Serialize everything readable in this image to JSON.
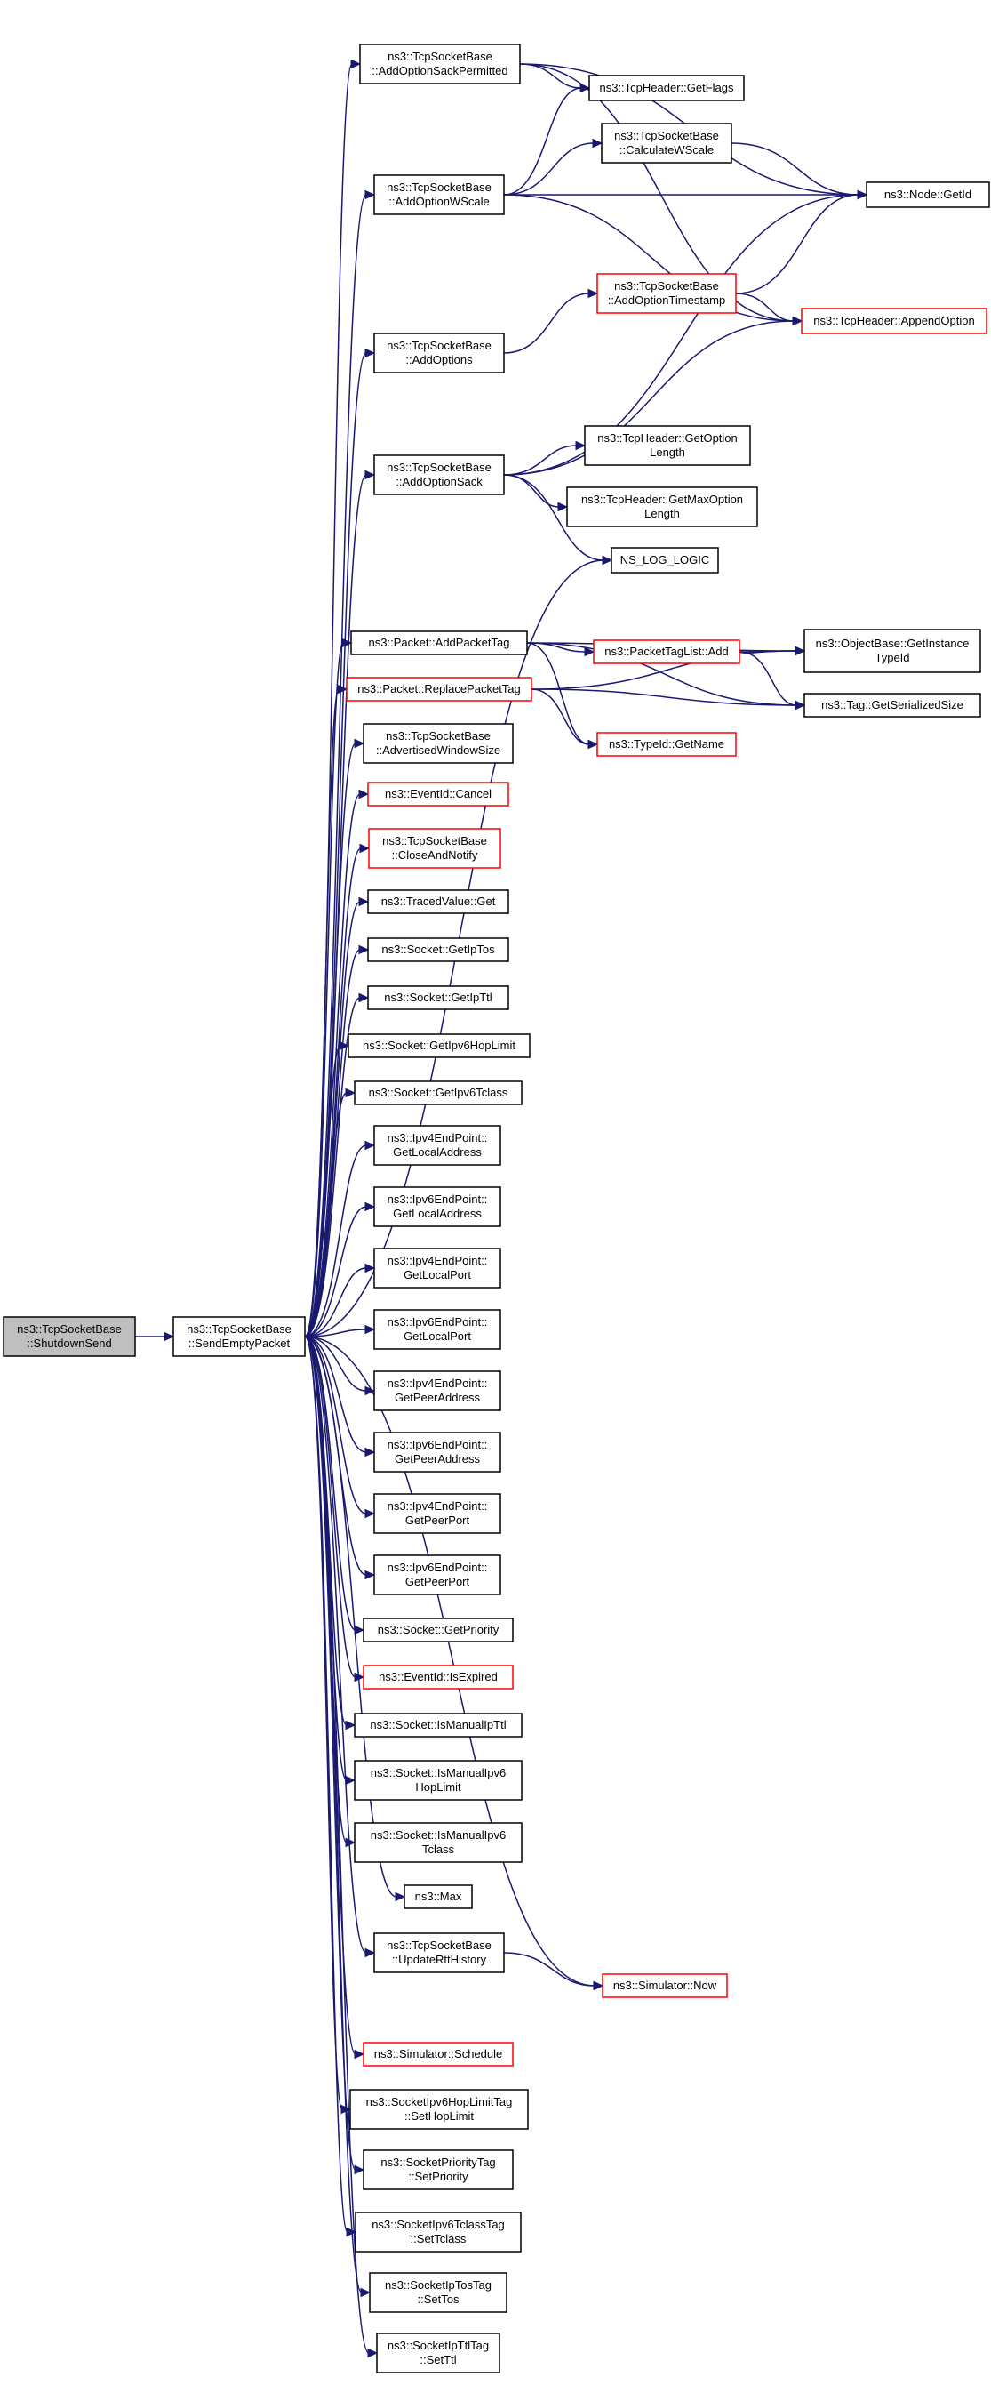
{
  "nodes": [
    {
      "id": "shutdownsend",
      "lines": [
        "ns3::TcpSocketBase",
        "::ShutdownSend"
      ],
      "style": "gray"
    },
    {
      "id": "sendemptypacket",
      "lines": [
        "ns3::TcpSocketBase",
        "::SendEmptyPacket"
      ],
      "style": "black"
    },
    {
      "id": "addoptionsackpermitted",
      "lines": [
        "ns3::TcpSocketBase",
        "::AddOptionSackPermitted"
      ],
      "style": "black"
    },
    {
      "id": "addoptionwscale",
      "lines": [
        "ns3::TcpSocketBase",
        "::AddOptionWScale"
      ],
      "style": "black"
    },
    {
      "id": "addoptions",
      "lines": [
        "ns3::TcpSocketBase",
        "::AddOptions"
      ],
      "style": "black"
    },
    {
      "id": "addoptionsack",
      "lines": [
        "ns3::TcpSocketBase",
        "::AddOptionSack"
      ],
      "style": "black"
    },
    {
      "id": "packetaddpackettag",
      "lines": [
        "ns3::Packet::AddPacketTag"
      ],
      "style": "black"
    },
    {
      "id": "packetreplacepackettag",
      "lines": [
        "ns3::Packet::ReplacePacketTag"
      ],
      "style": "red"
    },
    {
      "id": "advertisedwindowsize",
      "lines": [
        "ns3::TcpSocketBase",
        "::AdvertisedWindowSize"
      ],
      "style": "black"
    },
    {
      "id": "eventidcancel",
      "lines": [
        "ns3::EventId::Cancel"
      ],
      "style": "red"
    },
    {
      "id": "closeandnotify",
      "lines": [
        "ns3::TcpSocketBase",
        "::CloseAndNotify"
      ],
      "style": "red"
    },
    {
      "id": "tracedvalueget",
      "lines": [
        "ns3::TracedValue::Get"
      ],
      "style": "black"
    },
    {
      "id": "getiptos",
      "lines": [
        "ns3::Socket::GetIpTos"
      ],
      "style": "black"
    },
    {
      "id": "getipttl",
      "lines": [
        "ns3::Socket::GetIpTtl"
      ],
      "style": "black"
    },
    {
      "id": "getipv6hoplimit",
      "lines": [
        "ns3::Socket::GetIpv6HopLimit"
      ],
      "style": "black"
    },
    {
      "id": "getipv6tclass",
      "lines": [
        "ns3::Socket::GetIpv6Tclass"
      ],
      "style": "black"
    },
    {
      "id": "ipv4getlocaladdress",
      "lines": [
        "ns3::Ipv4EndPoint::",
        "GetLocalAddress"
      ],
      "style": "black"
    },
    {
      "id": "ipv6getlocaladdress",
      "lines": [
        "ns3::Ipv6EndPoint::",
        "GetLocalAddress"
      ],
      "style": "black"
    },
    {
      "id": "ipv4getlocalport",
      "lines": [
        "ns3::Ipv4EndPoint::",
        "GetLocalPort"
      ],
      "style": "black"
    },
    {
      "id": "ipv6getlocalport",
      "lines": [
        "ns3::Ipv6EndPoint::",
        "GetLocalPort"
      ],
      "style": "black"
    },
    {
      "id": "ipv4getpeeraddress",
      "lines": [
        "ns3::Ipv4EndPoint::",
        "GetPeerAddress"
      ],
      "style": "black"
    },
    {
      "id": "ipv6getpeeraddress",
      "lines": [
        "ns3::Ipv6EndPoint::",
        "GetPeerAddress"
      ],
      "style": "black"
    },
    {
      "id": "ipv4getpeerport",
      "lines": [
        "ns3::Ipv4EndPoint::",
        "GetPeerPort"
      ],
      "style": "black"
    },
    {
      "id": "ipv6getpeerport",
      "lines": [
        "ns3::Ipv6EndPoint::",
        "GetPeerPort"
      ],
      "style": "black"
    },
    {
      "id": "getpriority",
      "lines": [
        "ns3::Socket::GetPriority"
      ],
      "style": "black"
    },
    {
      "id": "isexpired",
      "lines": [
        "ns3::EventId::IsExpired"
      ],
      "style": "red"
    },
    {
      "id": "ismanualipttl",
      "lines": [
        "ns3::Socket::IsManualIpTtl"
      ],
      "style": "black"
    },
    {
      "id": "ismanualipv6hoplimit",
      "lines": [
        "ns3::Socket::IsManualIpv6",
        "HopLimit"
      ],
      "style": "black"
    },
    {
      "id": "ismanualipv6tclass",
      "lines": [
        "ns3::Socket::IsManualIpv6",
        "Tclass"
      ],
      "style": "black"
    },
    {
      "id": "max",
      "lines": [
        "ns3::Max"
      ],
      "style": "black"
    },
    {
      "id": "updaterttthistory",
      "lines": [
        "ns3::TcpSocketBase",
        "::UpdateRttHistory"
      ],
      "style": "black"
    },
    {
      "id": "schedule",
      "lines": [
        "ns3::Simulator::Schedule"
      ],
      "style": "red"
    },
    {
      "id": "sethoplimit",
      "lines": [
        "ns3::SocketIpv6HopLimitTag",
        "::SetHopLimit"
      ],
      "style": "black"
    },
    {
      "id": "setpriority",
      "lines": [
        "ns3::SocketPriorityTag",
        "::SetPriority"
      ],
      "style": "black"
    },
    {
      "id": "settclass",
      "lines": [
        "ns3::SocketIpv6TclassTag",
        "::SetTclass"
      ],
      "style": "black"
    },
    {
      "id": "settos",
      "lines": [
        "ns3::SocketIpTosTag",
        "::SetTos"
      ],
      "style": "black"
    },
    {
      "id": "setttl",
      "lines": [
        "ns3::SocketIpTtlTag",
        "::SetTtl"
      ],
      "style": "black"
    },
    {
      "id": "getflags",
      "lines": [
        "ns3::TcpHeader::GetFlags"
      ],
      "style": "black"
    },
    {
      "id": "calculatewscale",
      "lines": [
        "ns3::TcpSocketBase",
        "::CalculateWScale"
      ],
      "style": "black"
    },
    {
      "id": "nodegetid",
      "lines": [
        "ns3::Node::GetId"
      ],
      "style": "black"
    },
    {
      "id": "addoptiontimestamp",
      "lines": [
        "ns3::TcpSocketBase",
        "::AddOptionTimestamp"
      ],
      "style": "red"
    },
    {
      "id": "appendoption",
      "lines": [
        "ns3::TcpHeader::AppendOption"
      ],
      "style": "red"
    },
    {
      "id": "getoptionlength",
      "lines": [
        "ns3::TcpHeader::GetOption",
        "Length"
      ],
      "style": "black"
    },
    {
      "id": "getmaxoptionlength",
      "lines": [
        "ns3::TcpHeader::GetMaxOption",
        "Length"
      ],
      "style": "black"
    },
    {
      "id": "nsloglogic",
      "lines": [
        "NS_LOG_LOGIC"
      ],
      "style": "black"
    },
    {
      "id": "packettaglistadd",
      "lines": [
        "ns3::PacketTagList::Add"
      ],
      "style": "red"
    },
    {
      "id": "typeidgetname",
      "lines": [
        "ns3::TypeId::GetName"
      ],
      "style": "red"
    },
    {
      "id": "getinstancetypeid",
      "lines": [
        "ns3::ObjectBase::GetInstance",
        "TypeId"
      ],
      "style": "black"
    },
    {
      "id": "taggetserializedsize",
      "lines": [
        "ns3::Tag::GetSerializedSize"
      ],
      "style": "black"
    },
    {
      "id": "simulatornow",
      "lines": [
        "ns3::Simulator::Now"
      ],
      "style": "red"
    }
  ],
  "edges": [
    [
      "shutdownsend",
      "sendemptypacket"
    ],
    [
      "sendemptypacket",
      "addoptionsackpermitted"
    ],
    [
      "sendemptypacket",
      "addoptionwscale"
    ],
    [
      "sendemptypacket",
      "addoptions"
    ],
    [
      "sendemptypacket",
      "addoptionsack"
    ],
    [
      "sendemptypacket",
      "nsloglogic"
    ],
    [
      "sendemptypacket",
      "packetaddpackettag"
    ],
    [
      "sendemptypacket",
      "packetreplacepackettag"
    ],
    [
      "sendemptypacket",
      "advertisedwindowsize"
    ],
    [
      "sendemptypacket",
      "eventidcancel"
    ],
    [
      "sendemptypacket",
      "closeandnotify"
    ],
    [
      "sendemptypacket",
      "tracedvalueget"
    ],
    [
      "sendemptypacket",
      "getiptos"
    ],
    [
      "sendemptypacket",
      "getipttl"
    ],
    [
      "sendemptypacket",
      "getipv6hoplimit"
    ],
    [
      "sendemptypacket",
      "getipv6tclass"
    ],
    [
      "sendemptypacket",
      "ipv4getlocaladdress"
    ],
    [
      "sendemptypacket",
      "ipv6getlocaladdress"
    ],
    [
      "sendemptypacket",
      "ipv4getlocalport"
    ],
    [
      "sendemptypacket",
      "ipv6getlocalport"
    ],
    [
      "sendemptypacket",
      "ipv4getpeeraddress"
    ],
    [
      "sendemptypacket",
      "ipv6getpeeraddress"
    ],
    [
      "sendemptypacket",
      "ipv4getpeerport"
    ],
    [
      "sendemptypacket",
      "ipv6getpeerport"
    ],
    [
      "sendemptypacket",
      "getpriority"
    ],
    [
      "sendemptypacket",
      "isexpired"
    ],
    [
      "sendemptypacket",
      "ismanualipttl"
    ],
    [
      "sendemptypacket",
      "ismanualipv6hoplimit"
    ],
    [
      "sendemptypacket",
      "ismanualipv6tclass"
    ],
    [
      "sendemptypacket",
      "max"
    ],
    [
      "sendemptypacket",
      "updaterttthistory"
    ],
    [
      "sendemptypacket",
      "simulatornow"
    ],
    [
      "sendemptypacket",
      "schedule"
    ],
    [
      "sendemptypacket",
      "sethoplimit"
    ],
    [
      "sendemptypacket",
      "setpriority"
    ],
    [
      "sendemptypacket",
      "settclass"
    ],
    [
      "sendemptypacket",
      "settos"
    ],
    [
      "sendemptypacket",
      "setttl"
    ],
    [
      "addoptionsackpermitted",
      "getflags"
    ],
    [
      "addoptionsackpermitted",
      "nodegetid"
    ],
    [
      "addoptionsackpermitted",
      "appendoption"
    ],
    [
      "addoptionwscale",
      "getflags"
    ],
    [
      "addoptionwscale",
      "calculatewscale"
    ],
    [
      "addoptionwscale",
      "nodegetid"
    ],
    [
      "addoptionwscale",
      "appendoption"
    ],
    [
      "calculatewscale",
      "nodegetid"
    ],
    [
      "addoptions",
      "addoptiontimestamp"
    ],
    [
      "addoptiontimestamp",
      "nodegetid"
    ],
    [
      "addoptiontimestamp",
      "appendoption"
    ],
    [
      "addoptionsack",
      "nodegetid"
    ],
    [
      "addoptionsack",
      "appendoption"
    ],
    [
      "addoptionsack",
      "getoptionlength"
    ],
    [
      "addoptionsack",
      "getmaxoptionlength"
    ],
    [
      "addoptionsack",
      "nsloglogic"
    ],
    [
      "packetaddpackettag",
      "packettaglistadd"
    ],
    [
      "packetaddpackettag",
      "getinstancetypeid"
    ],
    [
      "packetaddpackettag",
      "taggetserializedsize"
    ],
    [
      "packetaddpackettag",
      "typeidgetname"
    ],
    [
      "packettaglistadd",
      "getinstancetypeid"
    ],
    [
      "packettaglistadd",
      "taggetserializedsize"
    ],
    [
      "packetreplacepackettag",
      "typeidgetname"
    ],
    [
      "packetreplacepackettag",
      "getinstancetypeid"
    ],
    [
      "packetreplacepackettag",
      "taggetserializedsize"
    ],
    [
      "updaterttthistory",
      "simulatornow"
    ]
  ]
}
